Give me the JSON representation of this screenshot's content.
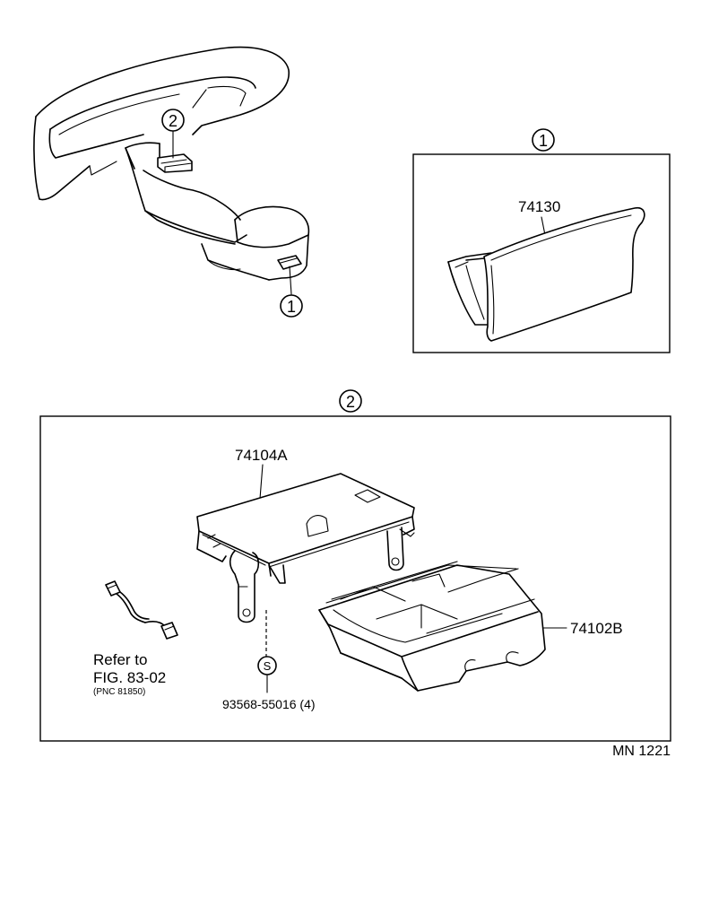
{
  "callouts": {
    "one": "1",
    "two": "2"
  },
  "parts": {
    "ashtray_insert": "74130",
    "bracket": "74104A",
    "ashtray_housing": "74102B",
    "screw": "93568-55016 (4)"
  },
  "screw_symbol": "S",
  "reference": {
    "line1": "Refer to",
    "line2": "FIG. 83-02",
    "line3": "(PNC 81850)"
  },
  "figure_code": "MN 1221"
}
